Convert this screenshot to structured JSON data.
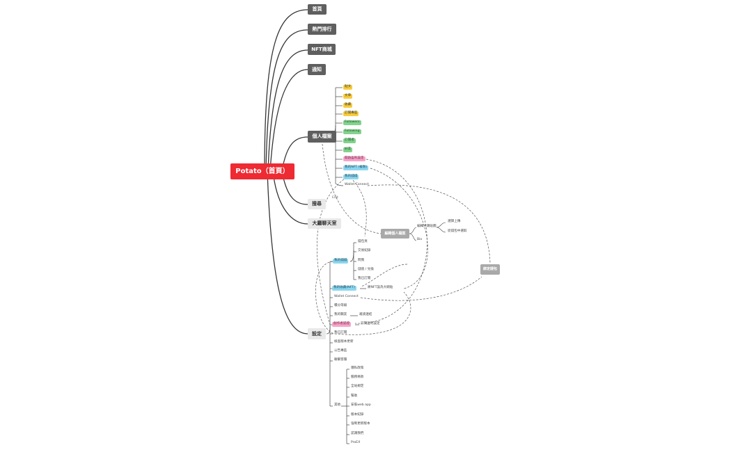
{
  "root": {
    "label": "Potato（首頁）",
    "color": "#ee2a33"
  },
  "main_branches": {
    "home": "首頁",
    "hot": "熱門排行",
    "nft_store": "NFT商城",
    "notify": "通知",
    "profile": "個人檔案",
    "search": "搜尋",
    "lobby": "大廳聊天室",
    "settings": "設定"
  },
  "profile_items": [
    {
      "label": "貼文",
      "color": "yellow"
    },
    {
      "label": "文章",
      "color": "yellow"
    },
    {
      "label": "收藏",
      "color": "yellow"
    },
    {
      "label": "訂閱專區",
      "color": "yellow"
    },
    {
      "label": "Followers",
      "color": "green"
    },
    {
      "label": "Following",
      "color": "green"
    },
    {
      "label": "訂閱者",
      "color": "green"
    },
    {
      "label": "好友",
      "color": "green"
    },
    {
      "label": "開啟盈利設定",
      "color": "pink"
    },
    {
      "label": "我的NFT (複製)",
      "color": "blue"
    },
    {
      "label": "我的錢錢",
      "color": "blue"
    },
    {
      "label": "Wallet Connect",
      "color": "none"
    }
  ],
  "edit": {
    "label": "Edit",
    "box": "編輯個人檔案",
    "avatar": "編輯大頭貼圖",
    "bio": "Bio",
    "upload": "選擇上傳",
    "from_wallet": "從錢包中選取"
  },
  "bind_wallet": "綁定錢包",
  "settings_items": {
    "wallet": "我的錢錢",
    "wallet_children": [
      "錢包頁",
      "交易紀錄",
      "問我",
      "儲值 / 兌換",
      "我已訂閱"
    ],
    "nft": "我的收藏(NFT)",
    "nft_child": "將NFT設為大頭貼",
    "wallet_connect": "Wallet Connect",
    "points": "積分等級",
    "invite": "我的戰友",
    "invite_child": "邀請連結",
    "creator": "創作者認證",
    "creator_child": "訂閱盈利設定",
    "subscribed": "我已訂閱",
    "version": "檢查版本更新",
    "announce": "公告專區",
    "support": "聯繫客服",
    "other": "其他",
    "other_children": [
      "隱私政策",
      "服務條款",
      "全站規定",
      "幫助",
      "安裝web app",
      "版本紀錄",
      "強制更新版本",
      "認識我們",
      "ProEX"
    ]
  },
  "colors": {
    "yellow": "#f8cc3b",
    "green": "#83d28d",
    "pink": "#f5a5c8",
    "blue": "#8dd6ef",
    "dark_node": "#5f5f5f",
    "light_node": "#e9e9e9",
    "grey_box": "#a9a9a9"
  }
}
